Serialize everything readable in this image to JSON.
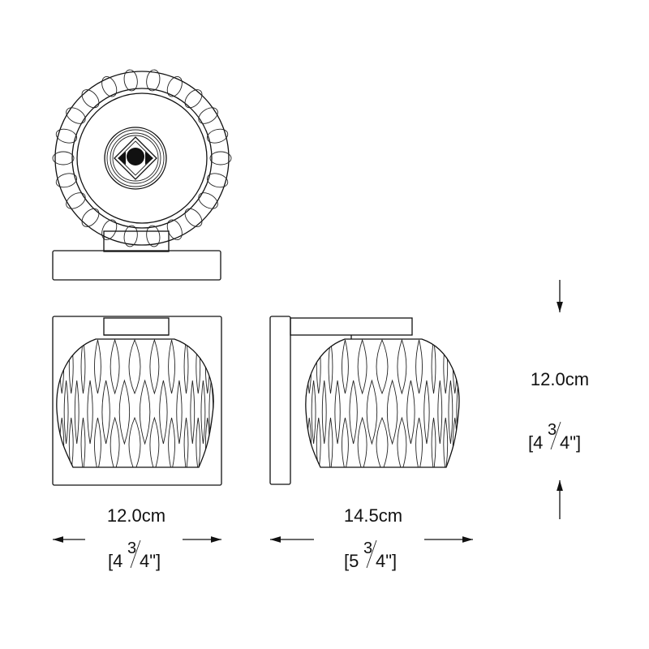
{
  "drawing": {
    "views": [
      "top-view",
      "front-view",
      "side-view"
    ],
    "stroke_color": "#111111"
  },
  "dimensions": {
    "width": {
      "metric": "12.0cm",
      "prefix": "[4",
      "numerator": "3",
      "suffix": "4\"]"
    },
    "depth": {
      "metric": "14.5cm",
      "prefix": "[5",
      "numerator": "3",
      "suffix": "4\"]"
    },
    "height": {
      "metric": "12.0cm",
      "prefix": "[4",
      "numerator": "3",
      "suffix": "4\"]"
    }
  }
}
